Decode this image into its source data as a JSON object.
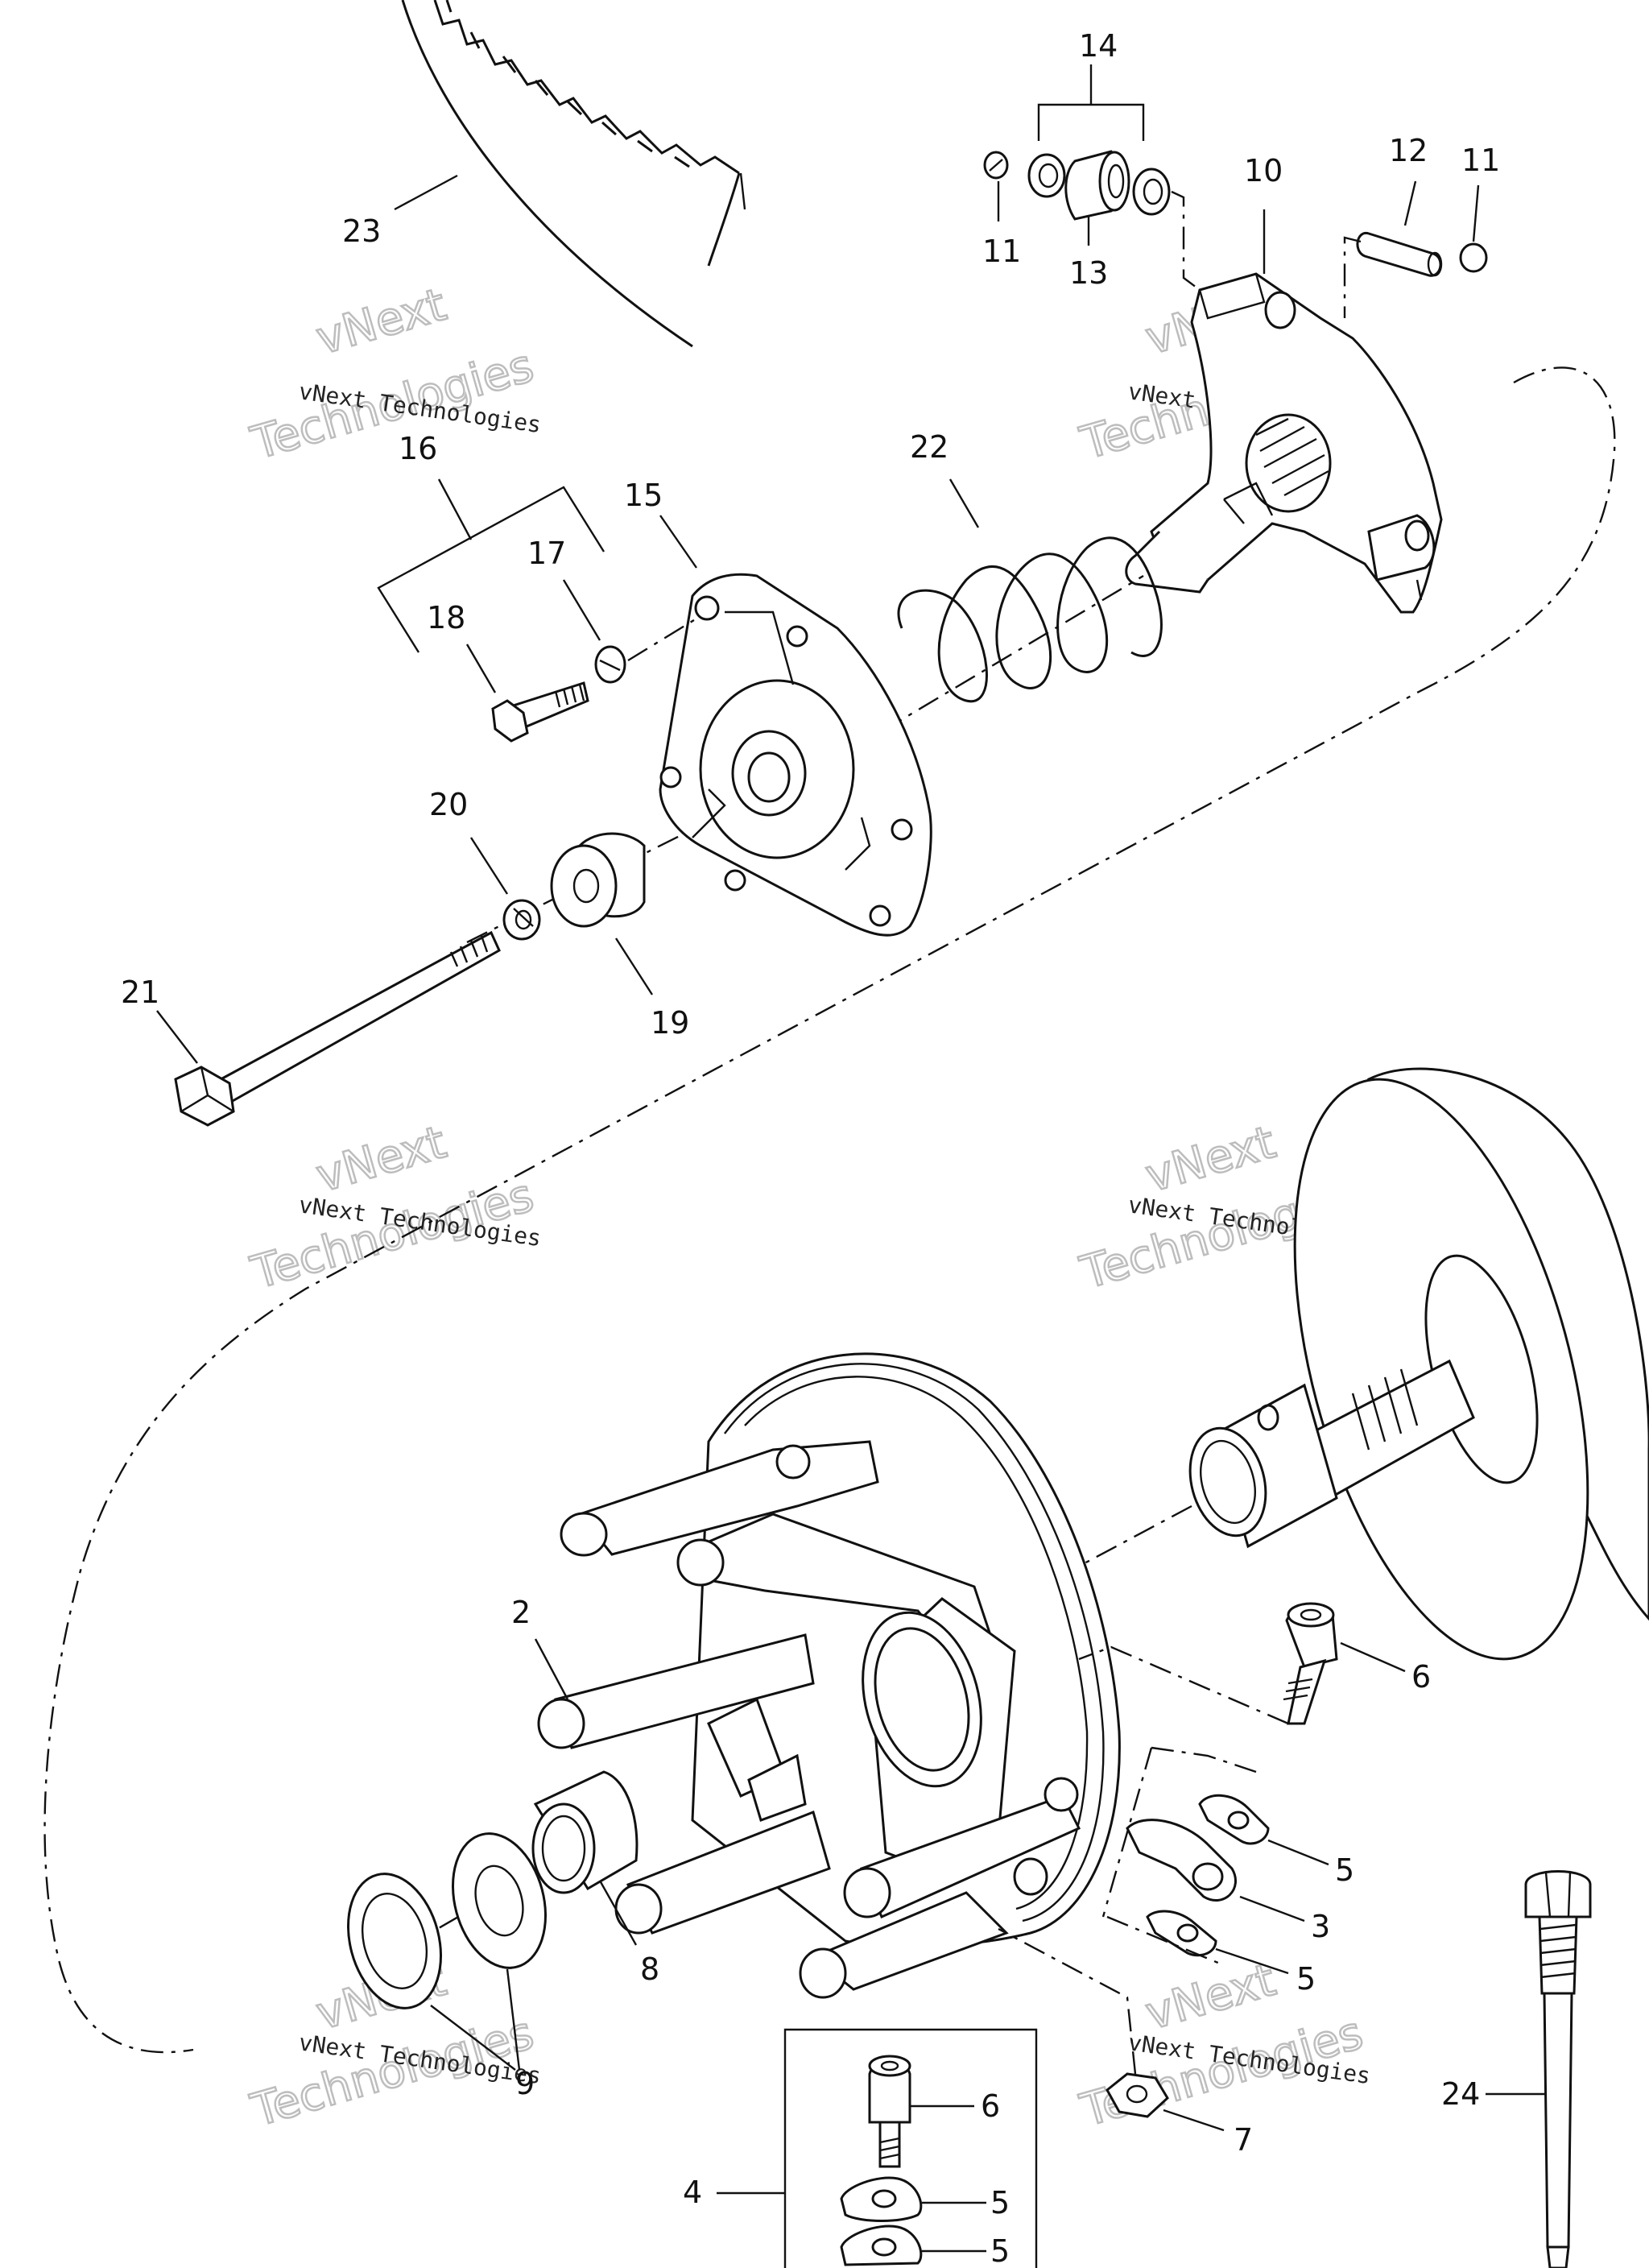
{
  "diagram": {
    "callouts": {
      "c14": "14",
      "c11a": "11",
      "c13": "13",
      "c12": "12",
      "c11b": "11",
      "c10": "10",
      "c23": "23",
      "c16": "16",
      "c15": "15",
      "c17": "17",
      "c18": "18",
      "c22": "22",
      "c20": "20",
      "c19": "19",
      "c21": "21",
      "c2": "2",
      "c6a": "6",
      "c5a": "5",
      "c3": "3",
      "c5b": "5",
      "c8": "8",
      "c9": "9",
      "c6b": "6",
      "c4": "4",
      "c5c": "5",
      "c5d": "5",
      "c7": "7",
      "c24": "24"
    },
    "watermark": {
      "line1": "vNext Technologies",
      "big1": "vNext",
      "big2": "Technologies"
    }
  }
}
